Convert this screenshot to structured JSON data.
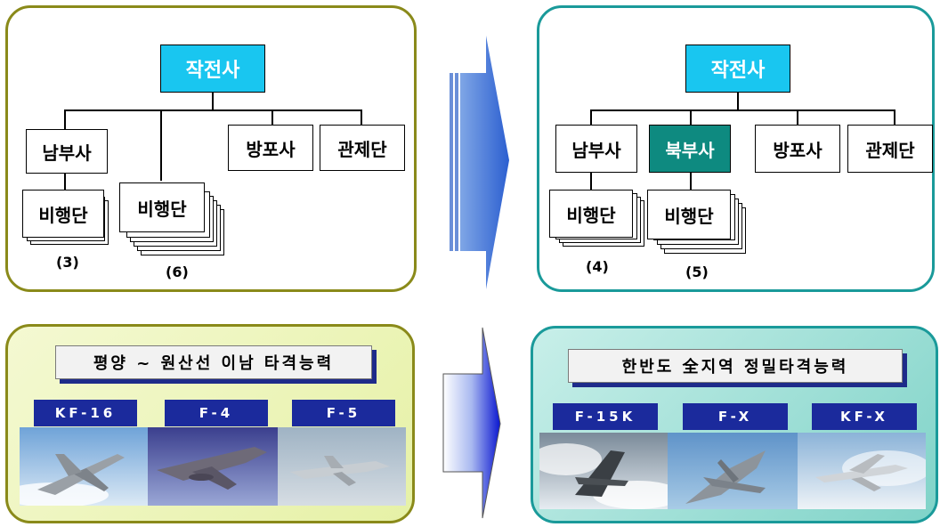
{
  "before_org": {
    "top": "작전사",
    "south": "남부사",
    "defense": "방포사",
    "control": "관제단",
    "wing_left": "비행단",
    "wing_left_count": "(3)",
    "wing_mid": "비행단",
    "wing_mid_count": "(6)"
  },
  "after_org": {
    "top": "작전사",
    "south": "남부사",
    "north": "북부사",
    "defense": "방포사",
    "control": "관제단",
    "wing_left": "비행단",
    "wing_left_count": "(4)",
    "wing_mid": "비행단",
    "wing_mid_count": "(5)"
  },
  "before_capability": {
    "title": "평양 ~ 원산선 이남 타격능력",
    "aircraft": [
      "KF-16",
      "F-4",
      "F-5"
    ]
  },
  "after_capability": {
    "title": "한반도 全지역 정밀타격능력",
    "aircraft": [
      "F-15K",
      "F-X",
      "KF-X"
    ]
  },
  "colors": {
    "top_box": "#19c6f0",
    "north_box": "#0e8a80",
    "tag": "#1b2a9c",
    "left_border": "#8a8a1a",
    "right_border": "#1a9a9a"
  }
}
